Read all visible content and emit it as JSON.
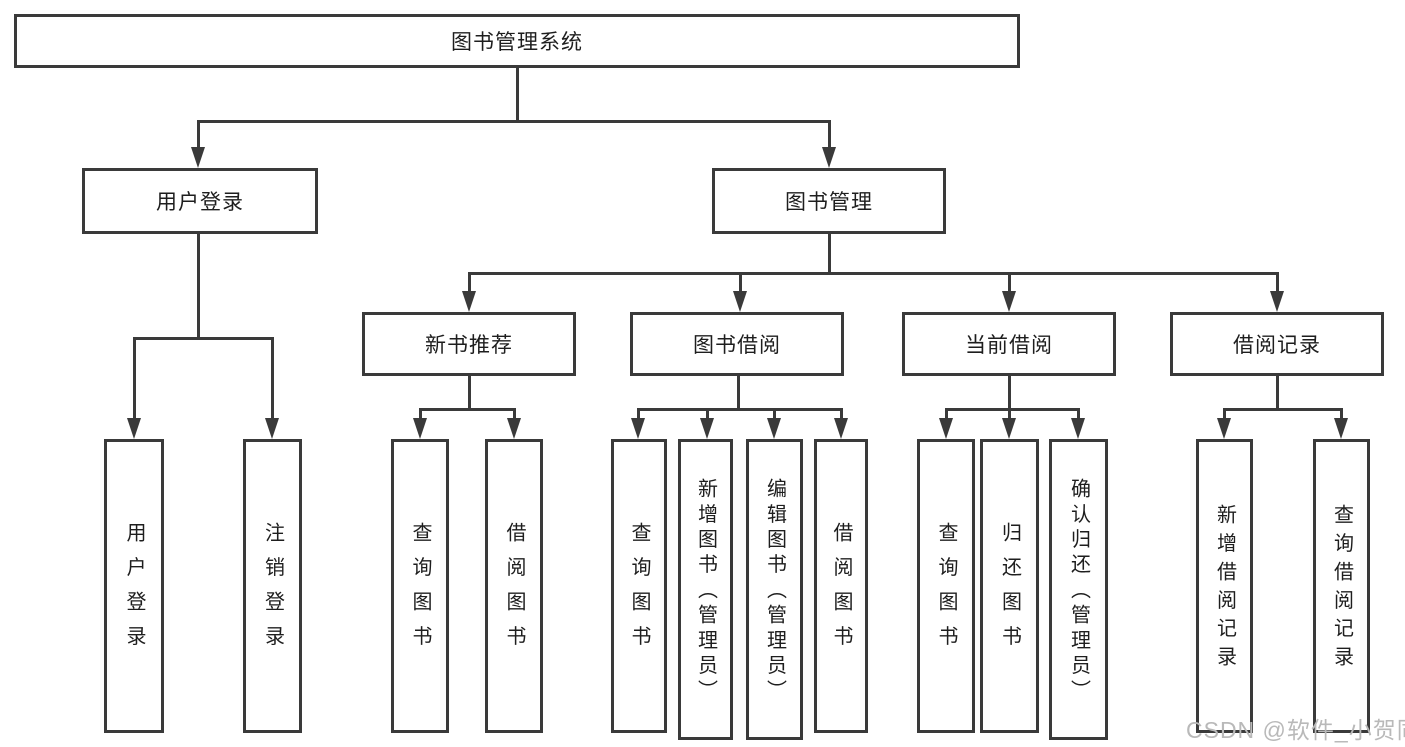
{
  "tree": {
    "label": "图书管理系统",
    "children": [
      {
        "label": "用户登录",
        "children": [
          {
            "label": "用户登录"
          },
          {
            "label": "注销登录"
          }
        ]
      },
      {
        "label": "图书管理",
        "children": [
          {
            "label": "新书推荐",
            "children": [
              {
                "label": "查询图书"
              },
              {
                "label": "借阅图书"
              }
            ]
          },
          {
            "label": "图书借阅",
            "children": [
              {
                "label": "查询图书"
              },
              {
                "label": "新增图书（管理员）"
              },
              {
                "label": "编辑图书（管理员）"
              },
              {
                "label": "借阅图书"
              }
            ]
          },
          {
            "label": "当前借阅",
            "children": [
              {
                "label": "查询图书"
              },
              {
                "label": "归还图书"
              },
              {
                "label": "确认归还（管理员）"
              }
            ]
          },
          {
            "label": "借阅记录",
            "children": [
              {
                "label": "新增借阅记录"
              },
              {
                "label": "查询借阅记录"
              }
            ]
          }
        ]
      }
    ]
  },
  "watermark": "CSDN @软件_小贺同学",
  "colors": {
    "line": "#3a3a3a",
    "text": "#1e1e1e",
    "watermark": "#b9b9b9",
    "background": "#ffffff"
  }
}
